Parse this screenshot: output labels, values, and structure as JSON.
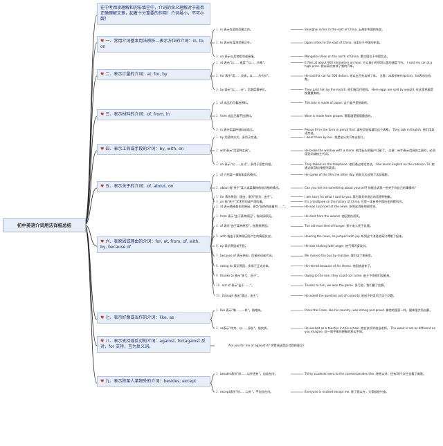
{
  "root": "初中英语介词用法详细总结",
  "categories": [
    {
      "id": "intro",
      "icon": "",
      "title": "在中考阅读理解和完形填空中，介词的含义理解对于能否正确理解文章，起着十分重要的作用！介词虽小，不可小觑！"
    },
    {
      "id": "c1",
      "icon": "♥",
      "title": "一、常用介词基本用法辨析—表示方位的介词：in, to, on"
    },
    {
      "id": "c2",
      "icon": "♥",
      "title": "二、表示计量的介词：at, for, by"
    },
    {
      "id": "c3",
      "icon": "♥",
      "title": "三、表示材料的介词：of, from, in"
    },
    {
      "id": "c4",
      "icon": "♥",
      "title": "四、表示工具或手段的介词：by, with, on"
    },
    {
      "id": "c5",
      "icon": "♥",
      "title": "五、表示关于的介词：of, about, on"
    },
    {
      "id": "c6",
      "icon": "♥",
      "title": "六、表原因或理由的介词：for, at, from, of, with, by, because of"
    },
    {
      "id": "c7",
      "icon": "♥",
      "title": "七、表示好像或当作的介词：like, as"
    },
    {
      "id": "c8",
      "icon": "♥",
      "title": "八、表示支持或反对的介词：against, for(against 反对，for 支持，互为反义词。"
    },
    {
      "id": "c9",
      "icon": "♥",
      "title": "九、表示除某人某物外的介词：besides, except"
    }
  ],
  "subs": {
    "c1": [
      {
        "num": "1.",
        "text": "in 表示在某地范围之内。",
        "ex": "Shanghai is/lies in the east of China. 上海在中国的东部。"
      },
      {
        "num": "2.",
        "text": "to 表示在某地范围之外。",
        "ex": "Japan is/lies to the east of China. 日本位于中国的东面。"
      },
      {
        "num": "3.",
        "text": "on 表示与某地相邻或接壤。",
        "ex": "Mongolia is/lies on the north of China. 蒙古国位于中国北边。"
      }
    ],
    "c2": [
      {
        "num": "1.",
        "text": "at 表示\"以……速度\"\"以……价格\"。",
        "ex": "It flies at about 900 kilometers an hour. 它以每小时900公里的速度飞行。 I sold my car at a high price. 我以高价卖掉了我的汽车。"
      },
      {
        "num": "2.",
        "text": "for 表示\"用……交换，以……为代价\"。",
        "ex": "He sold his car for 500 dollars. 他以五百元卖掉了车。 注意：at表示单价(price)，for表示总钱数。"
      },
      {
        "num": "3.",
        "text": "by 表示\"以……计\"，后跟度量单位。",
        "ex": "They paid him by the month. 他们按月付他钱。 Here eggs are sold by weight. 在这里鸡蛋是按重量卖的。"
      }
    ],
    "c3": [
      {
        "num": "1.",
        "text": "of 成品仍可看出原料。",
        "ex": "This box is made of paper. 这个盒子是纸做的。"
      },
      {
        "num": "2.",
        "text": "from 成品已看不出原料。",
        "ex": "Wine is made from grapes. 葡萄酒是葡萄酿造的。"
      },
      {
        "num": "3.",
        "text": "in 表示用某种材料或语言。",
        "ex": "Please fill in the form in pencil first. 请先用铅笔填写这个表格。 They talk in English. 他们用英语交谈。"
      }
    ],
    "c4": [
      {
        "num": "1.",
        "text": "by 用某种方式，多用于交通。",
        "ex": "I went there by bus. 我是坐公共汽车去那儿。"
      },
      {
        "num": "2.",
        "text": "with表示\"用某种工具\"。",
        "ex": "He broke the window with a stone. 他用石头把窗户打破了。 注意：with表示用具体工具时，必须用冠词或物主代词。"
      },
      {
        "num": "3.",
        "text": "on 表示\"以……方式\"，多用于固定词组。",
        "ex": "They talked on the telephone. 他们通过电话交谈。 She learnt English on the radio/on TV. 她通过收音机/电视学英语。"
      }
    ],
    "c5": [
      {
        "num": "1.",
        "text": "of 介绍某一事物本身的情况。",
        "ex": "He spoke of the film the other day. 他前几天谈到了这部电影。"
      },
      {
        "num": "2.",
        "text": "about 指\"关于\"某人或某事物的较详细的情况。",
        "ex": "Can you tell me something about yourself? 你能告诉我一些关于你自己的事情吗？"
      },
      {
        "num": "3.",
        "text": "on 指\"关于\"学术性的或严肃的事。",
        "ex": "It's a textbook on the history of China. 它是一本有关中国历史的教科书。"
      }
    ],
    "c6": [
      {
        "num": "1.",
        "text": "for 表示原因、理由，意为\"因为、由于\"。",
        "ex": "I am sorry for what I said to you. 我为我对你说过的话感到抱歉。"
      },
      {
        "num": "2.",
        "text": "at 表示情感变化的原因，意为\"因听到或看到……\"。",
        "ex": "He was surprised at the news. 听到这消息他很惊讶。"
      },
      {
        "num": "3.",
        "text": "from 表示\"由于某种原因\"，指间接原因。",
        "ex": "He died from the wound. 他因受伤而死。"
      },
      {
        "num": "4.",
        "text": "of 表示\"由于某种原因\"，指直接原因。",
        "ex": "The old man died of hunger. 那个老人死于饥饿。"
      },
      {
        "num": "5.",
        "text": "with 指由于某种原因而产生的情感反应。",
        "ex": "Hearing the news, he jumped with joy. 听到这个消息他高兴得跳了起来。"
      },
      {
        "num": "6.",
        "text": "by 表示原因或手段。",
        "ex": "He was shaking with anger. 他气得浑身发抖。"
      },
      {
        "num": "7.",
        "text": "because of 表示原因，后接名词或代词。",
        "ex": "We missed the bus by mistake. 我们误了那班车。"
      },
      {
        "num": "8.",
        "text": "owing to 表示原因，多用于正式文体。",
        "ex": "He retired because of his illness. 他因病退休了。"
      },
      {
        "num": "9.",
        "text": "thanks to 表示\"多亏、由于\"。",
        "ex": "Owing to the rain, they could not come. 由于下雨他们没能来。"
      },
      {
        "num": "10.",
        "text": "out of 表示\"出于……\"。",
        "ex": "Thanks to him, we won the game. 多亏他，我们赢了比赛。"
      },
      {
        "num": "11.",
        "text": "through 表示\"通过，由于\"。",
        "ex": "He asked the question out of curiosity. 他出于好奇问了这个问题。"
      }
    ],
    "c7": [
      {
        "num": "1.",
        "text": "like 表示\"像……一样\"，指相似。",
        "ex": "Press the Cross, like his country, was strong and proud. 像他的国家一样，媒体强大而自豪。"
      },
      {
        "num": "2.",
        "text": "as表示\"作为、以……身份\"，指实质。",
        "ex": "He worked as a teacher in this school. 他在这所学校当老师。 The week is not as different as you imagine. 这一周不像你想象的那么不同。"
      }
    ],
    "c8": [
      {
        "num": "",
        "text": "",
        "ex": "Are you for me or against it? 你赞成还是反对我的意见？"
      }
    ],
    "c9": [
      {
        "num": "1.",
        "text": "besides表示\"除……以外还有\"，包括在内。",
        "ex": "Thirty students went to the cinema besides him. 除他以外，还有30个学生去看了电影。"
      },
      {
        "num": "2.",
        "text": "except表示\"除……以外\"，不包括在内。",
        "ex": "Everyone is excited except me. 除了我以外，大家都很兴奋。"
      }
    ]
  }
}
